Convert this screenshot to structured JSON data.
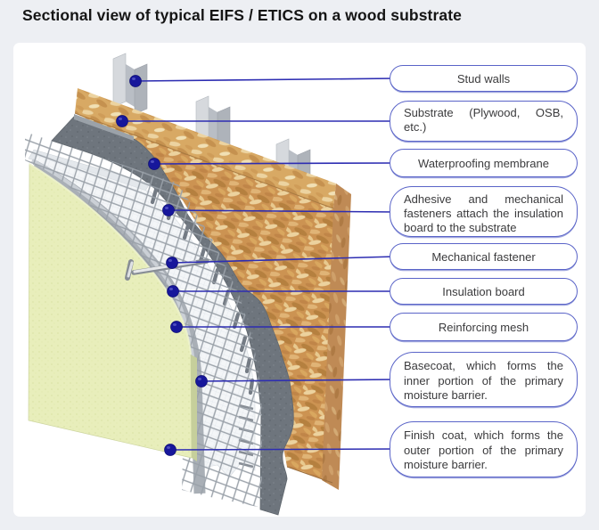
{
  "page": {
    "title": "Sectional view of typical EIFS / ETICS on a wood substrate"
  },
  "callouts": [
    {
      "label": "Stud walls"
    },
    {
      "label": "Substrate (Plywood, OSB, etc.)"
    },
    {
      "label": "Waterproofing membrane"
    },
    {
      "label": "Adhesive and mechanical fasteners attach the insulation board to the substrate"
    },
    {
      "label": "Mechanical fastener"
    },
    {
      "label": "Insulation board"
    },
    {
      "label": "Reinforcing mesh"
    },
    {
      "label": "Basecoat, which forms the inner portion of the primary moisture barrier."
    },
    {
      "label": "Finish coat, which forms the outer portion of the primary moisture barrier."
    }
  ],
  "colors": {
    "page_background": "#edeff3",
    "panel_background": "#ffffff",
    "pill_border": "#5a64c8",
    "pill_text": "#3b3b3d",
    "leader_line": "#2d2db2",
    "leader_dot": "#17179b",
    "osb_front": "#cc9352",
    "osb_top": "#d8a964",
    "osb_side": "#bf8a55",
    "membrane": "#6e757d",
    "insulation": "#f4f6f8",
    "basecoat": "#a9afb6",
    "finish_coat": "#e8eebb",
    "stud": "#d6d9dd",
    "mesh_wire": "#99a0a8"
  }
}
